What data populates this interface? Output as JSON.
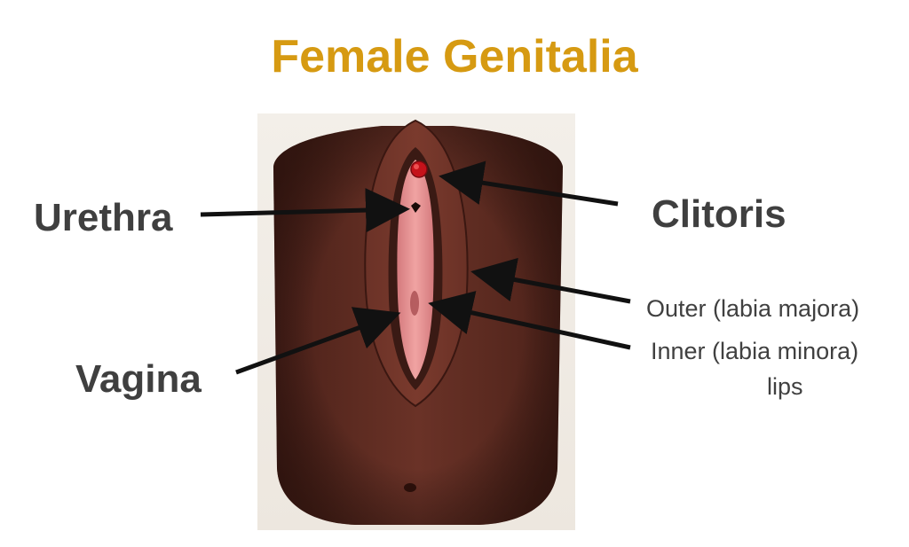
{
  "title": "Female Genitalia",
  "labels": {
    "urethra": "Urethra",
    "clitoris": "Clitoris",
    "vagina": "Vagina",
    "outer": "Outer (labia majora)",
    "inner": "Inner (labia minora)",
    "lips": "lips"
  },
  "colors": {
    "title": "#d69a12",
    "label_text": "#3f3f3f",
    "arrow": "#111111",
    "model_outer": "#5a2a1f",
    "model_inner": "#e58a8c",
    "clitoris_dot": "#c5121a"
  }
}
